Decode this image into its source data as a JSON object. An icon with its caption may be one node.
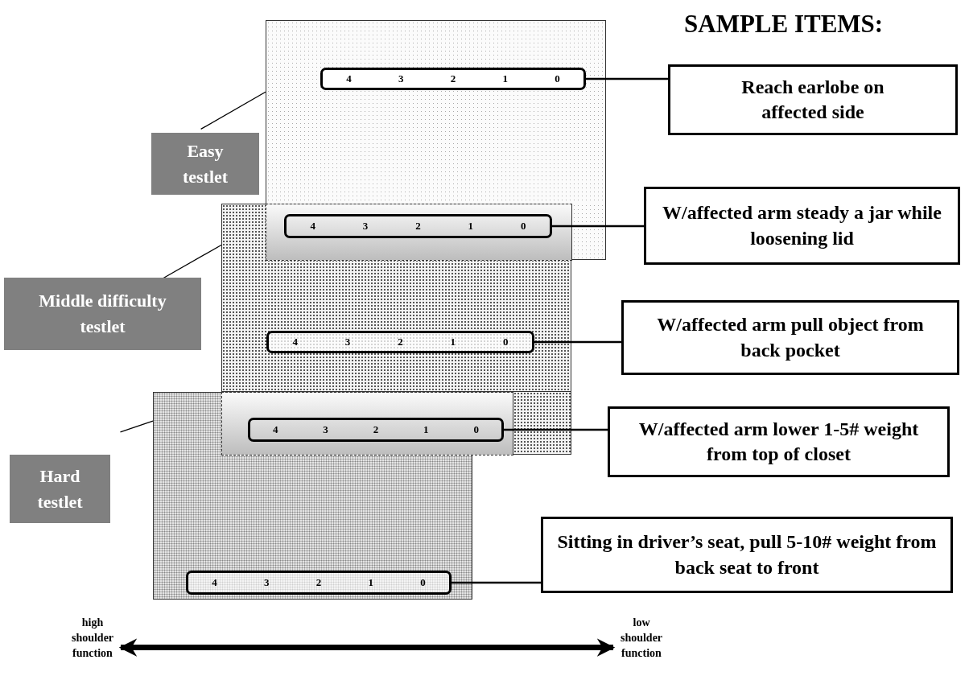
{
  "diagram": {
    "title": "SAMPLE ITEMS:",
    "nodes": [
      {
        "text": [],
        "shape": "box"
      },
      {
        "text": [
          "4",
          "3",
          "2",
          "1",
          "0"
        ],
        "in": 0
      },
      {
        "text": [
          "Reach earlobe on affected side"
        ]
      },
      {
        "text": [
          "Easy testlet"
        ]
      },
      {
        "text": [],
        "shape": "box"
      },
      {
        "text": [
          "4",
          "3",
          "2",
          "1",
          "0"
        ],
        "in": 4
      },
      {
        "text": [
          "W/affected arm steady a jar while loosening lid"
        ]
      },
      {
        "text": [
          "Middle difficulty testlet"
        ]
      },
      {
        "text": [
          "4",
          "3",
          "2",
          "1",
          "0"
        ],
        "in": 4
      },
      {
        "text": [
          "W/affected arm pull object from back pocket"
        ]
      },
      {
        "text": [],
        "shape": "box"
      },
      {
        "text": [
          "4",
          "3",
          "2",
          "1",
          "0"
        ],
        "in": 10
      },
      {
        "text": [
          "W/affected arm lower 1-5# weight from top of closet"
        ]
      },
      {
        "text": [
          "Hard testlet"
        ]
      },
      {
        "text": [
          "4",
          "3",
          "2",
          "1",
          "0"
        ],
        "in": 10
      },
      {
        "text": [
          "Sitting in driver’s seat, pull 5-10# weight from back seat to front"
        ]
      },
      {
        "text": [
          "high shoulder function"
        ]
      },
      {
        "text": [
          "low shoulder function"
        ]
      }
    ],
    "edges": [
      {
        "from": 1,
        "to": 2,
        "arrow": "none"
      },
      {
        "from": 3,
        "to": 0,
        "arrow": "none"
      },
      {
        "from": 5,
        "to": 6,
        "arrow": "none"
      },
      {
        "from": 7,
        "to": 4,
        "arrow": "none"
      },
      {
        "from": 8,
        "to": 9,
        "arrow": "none"
      },
      {
        "from": 11,
        "to": 12,
        "arrow": "none"
      },
      {
        "from": 13,
        "to": 10,
        "arrow": "none"
      },
      {
        "from": 14,
        "to": 15,
        "arrow": "none"
      },
      {
        "from": 16,
        "to": 17,
        "arrow": "both",
        "style": "thick"
      }
    ]
  }
}
